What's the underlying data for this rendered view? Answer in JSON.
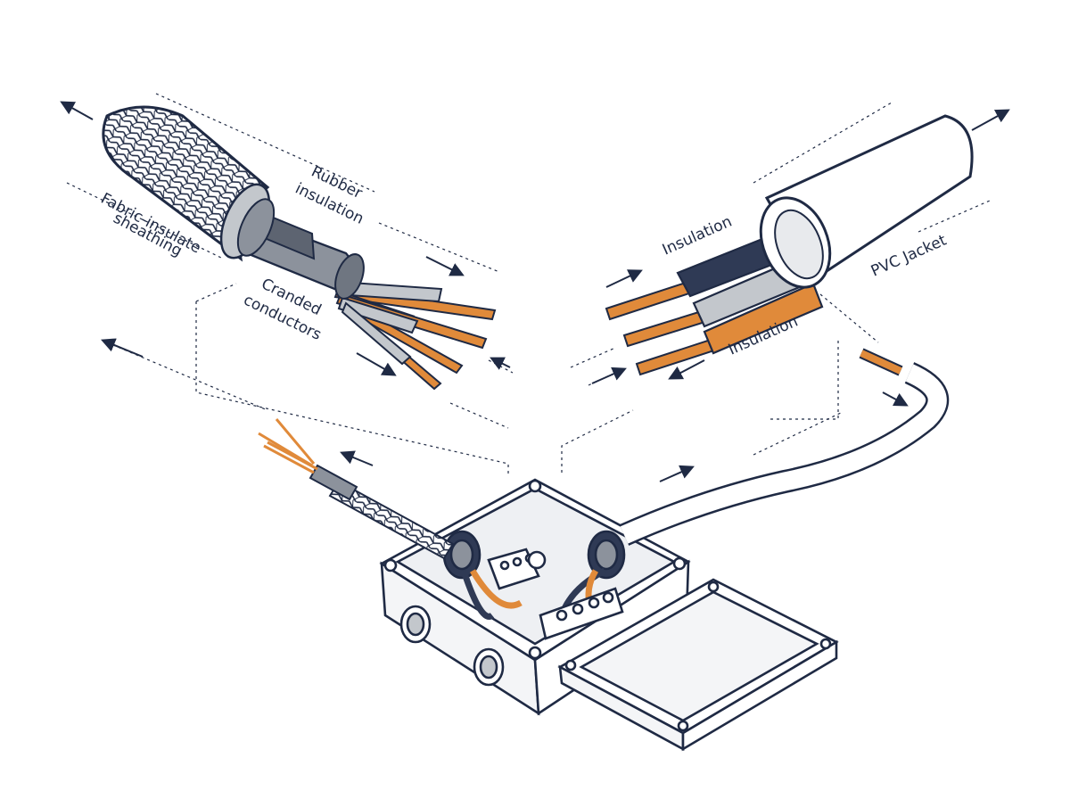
{
  "labels": {
    "rubber_insulation_1": "Rubber",
    "rubber_insulation_2": "insulation",
    "fabric_sheathing_1": "Fabric-insulate",
    "fabric_sheathing_2": "sheathing",
    "stranded_1": "Cranded",
    "stranded_2": "conductors",
    "insulation_top": "Insulation",
    "insulation_bottom": "Insulation",
    "pvc_jacket": "PVC Jacket"
  },
  "colors": {
    "outline": "#1f2a44",
    "copper": "#e08a3a",
    "copper_dark": "#b8652a",
    "slate": "#2f3a55",
    "grey_sheath": "#8c929c",
    "grey_light": "#c3c7cc",
    "white": "#ffffff",
    "box_fill": "#f4f5f7"
  },
  "icons": [
    "arrow-icon",
    "braid-pattern",
    "screw-icon",
    "terminal-block-icon"
  ]
}
